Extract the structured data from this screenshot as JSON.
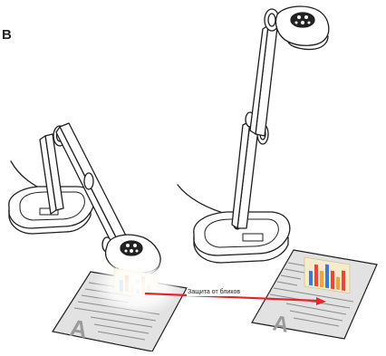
{
  "figure": {
    "letter": "B",
    "arrow_label": "Защита от бликов",
    "doc_letter": "A"
  },
  "colors": {
    "arrow": "#e3262b",
    "outline": "#1e1e1e",
    "paper": "#e2e2e2",
    "bar_blue": "#3a7bd5",
    "bar_red": "#e8473a",
    "bar_orange": "#f2a33a"
  }
}
